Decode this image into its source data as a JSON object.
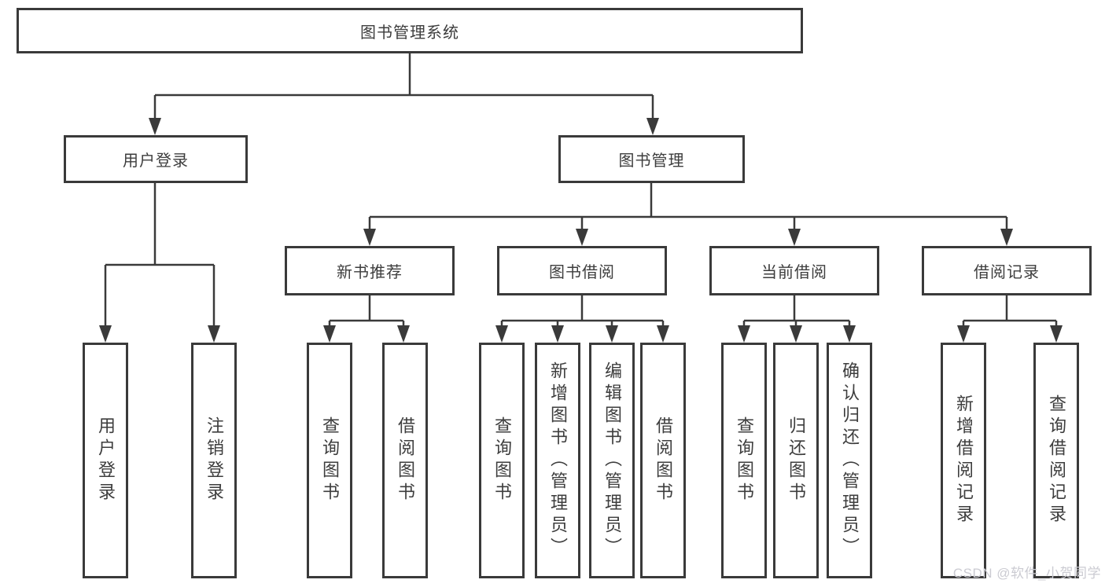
{
  "colors": {
    "line": "#3a3a3a",
    "box_border": "#3a3a3a",
    "text": "#3d3d3d",
    "box_background": "#ffffff",
    "page_background": "#ffffff",
    "watermark": "#cbcbd2"
  },
  "tree": {
    "label": "图书管理系统",
    "children": [
      {
        "label": "用户登录",
        "children": [
          {
            "label": "用户登录"
          },
          {
            "label": "注销登录"
          }
        ]
      },
      {
        "label": "图书管理",
        "children": [
          {
            "label": "新书推荐",
            "children": [
              {
                "label": "查询图书"
              },
              {
                "label": "借阅图书"
              }
            ]
          },
          {
            "label": "图书借阅",
            "children": [
              {
                "label": "查询图书"
              },
              {
                "label": "新增图书（管理员）"
              },
              {
                "label": "编辑图书（管理员）"
              },
              {
                "label": "借阅图书"
              }
            ]
          },
          {
            "label": "当前借阅",
            "children": [
              {
                "label": "查询图书"
              },
              {
                "label": "归还图书"
              },
              {
                "label": "确认归还（管理员）"
              }
            ]
          },
          {
            "label": "借阅记录",
            "children": [
              {
                "label": "新增借阅记录"
              },
              {
                "label": "查询借阅记录"
              }
            ]
          }
        ]
      }
    ]
  },
  "watermark": {
    "text": "CSDN @软件_小贺同学"
  }
}
